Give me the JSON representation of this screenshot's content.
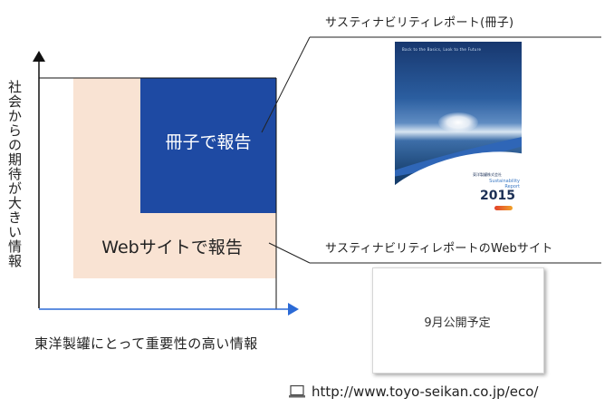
{
  "y_axis_label": "社会からの期待が大きい情報",
  "x_axis_label": "東洋製罐にとって重要性の高い情報",
  "regions": {
    "book": {
      "label": "冊子で報告",
      "color": "#1e4aa3"
    },
    "web": {
      "label": "Webサイトで報告",
      "color": "#f9e3d3"
    }
  },
  "axis_color": "#2b6ad6",
  "callouts": {
    "book_report": "サスティナビリティレポート(冊子)",
    "web_report": "サスティナビリティレポートのWebサイト"
  },
  "cover": {
    "tagline": "Back to the Basics, Look to the Future",
    "company": "東洋製罐株式会社",
    "title": "Sustainability Report",
    "year": "2015"
  },
  "web_box_text": "9月公開予定",
  "url": "http://www.toyo-seikan.co.jp/eco/",
  "icons": {
    "url": "computer-icon"
  }
}
